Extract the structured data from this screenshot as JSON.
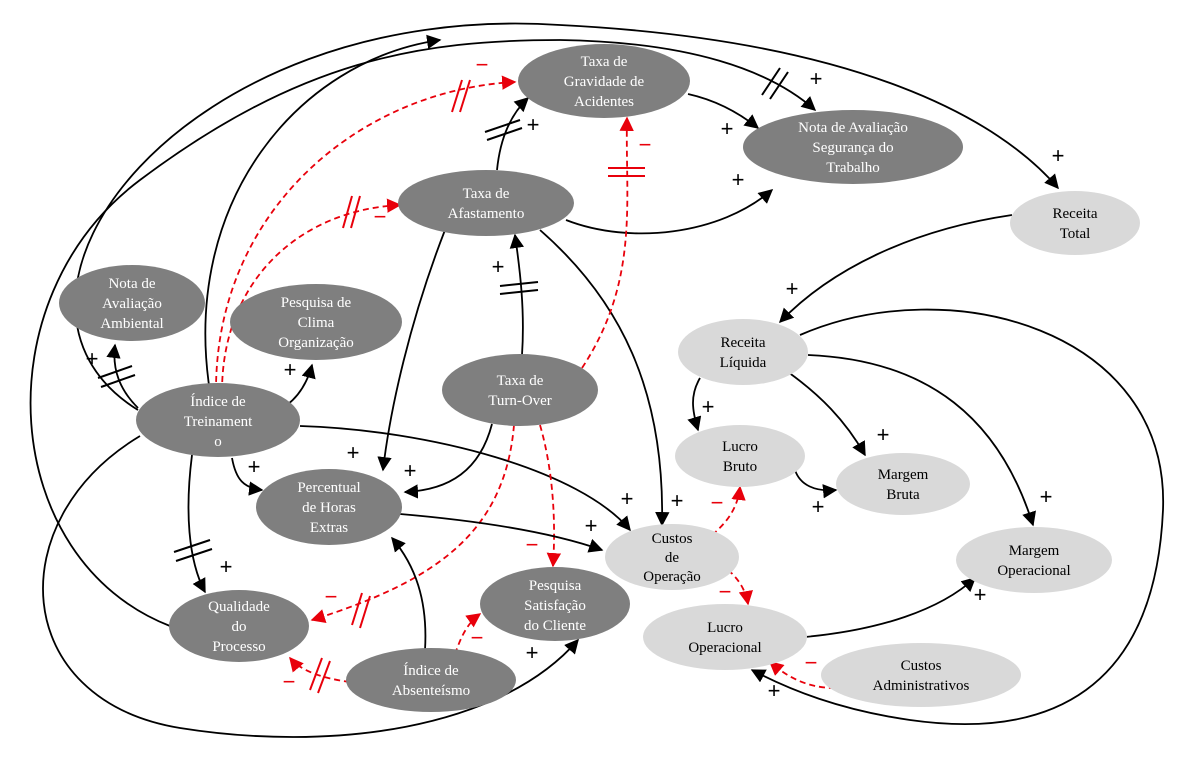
{
  "colors": {
    "dark_node": "#7f7f7f",
    "light_node": "#d9d9d9",
    "positive_link": "#000000",
    "negative_link": "#e8000b"
  },
  "nodes": {
    "taxa_gravidade": [
      "Taxa de",
      "Gravidade de",
      "Acidentes"
    ],
    "nota_seguranca": [
      "Nota de Avaliação",
      "Segurança do",
      "Trabalho"
    ],
    "taxa_afastamento": [
      "Taxa de",
      "Afastamento"
    ],
    "receita_total": [
      "Receita",
      "Total"
    ],
    "nota_ambiental": [
      "Nota de",
      "Avaliação",
      "Ambiental"
    ],
    "pesquisa_clima": [
      "Pesquisa de",
      "Clima",
      "Organização"
    ],
    "indice_treinamento": [
      "Índice de",
      "Treinament",
      "o"
    ],
    "taxa_turnover": [
      "Taxa de",
      "Turn-Over"
    ],
    "receita_liquida": [
      "Receita",
      "Líquida"
    ],
    "lucro_bruto": [
      "Lucro",
      "Bruto"
    ],
    "margem_bruta": [
      "Margem",
      "Bruta"
    ],
    "percentual_horas": [
      "Percentual",
      "de Horas",
      "Extras"
    ],
    "custos_operacao": [
      "Custos",
      "de",
      "Operação"
    ],
    "margem_operacional": [
      "Margem",
      "Operacional"
    ],
    "qualidade_processo": [
      "Qualidade",
      "do",
      "Processo"
    ],
    "pesquisa_satisfacao": [
      "Pesquisa",
      "Satisfação",
      "do Cliente"
    ],
    "lucro_operacional": [
      "Lucro",
      "Operacional"
    ],
    "indice_absenteismo": [
      "Índice de",
      "Absenteísmo"
    ],
    "custos_administrativos": [
      "Custos",
      "Administrativos"
    ]
  },
  "signs": {
    "plus": "+",
    "minus": "−"
  }
}
